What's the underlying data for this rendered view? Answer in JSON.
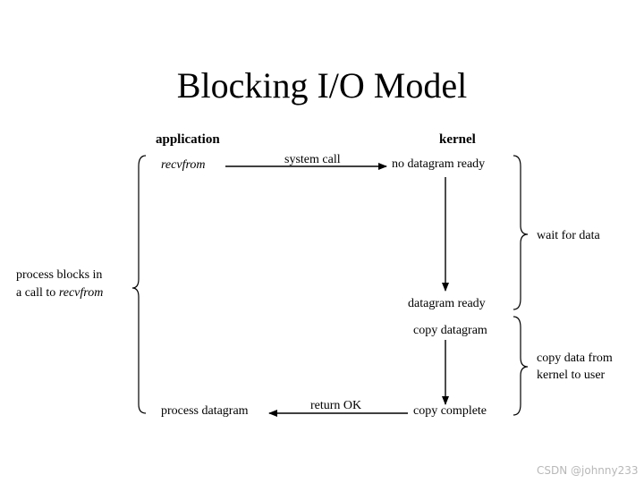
{
  "title": "Blocking I/O Model",
  "headers": {
    "application": "application",
    "kernel": "kernel"
  },
  "labels": {
    "recvfrom": "recvfrom",
    "system_call": "system call",
    "no_datagram_ready": "no datagram ready",
    "datagram_ready": "datagram ready",
    "copy_datagram": "copy datagram",
    "copy_complete": "copy complete",
    "return_ok": "return OK",
    "process_datagram": "process datagram",
    "wait_for_data": "wait for data",
    "copy_data_line1": "copy data from",
    "copy_data_line2": "kernel to user",
    "process_blocks_line1": "process blocks in",
    "process_blocks_line2_prefix": "a call to ",
    "process_blocks_line2_italic": "recvfrom"
  },
  "watermark": "CSDN @johnny233"
}
